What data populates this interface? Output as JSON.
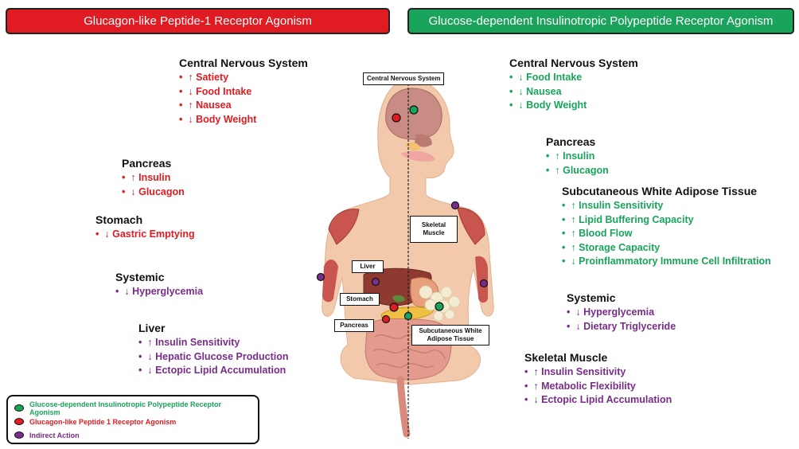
{
  "colors": {
    "red": "#e01b22",
    "green": "#18a55a",
    "purple": "#7a2c8a"
  },
  "banner_left": "Glucagon-like Peptide-1 Receptor Agonism",
  "banner_right": "Glucose-dependent Insulinotropic Polypeptide Receptor Agonism",
  "left": {
    "cns": {
      "title": "Central Nervous System",
      "items": [
        "↑ Satiety",
        "↓ Food Intake",
        "↑ Nausea",
        "↓ Body Weight"
      ]
    },
    "pancreas": {
      "title": "Pancreas",
      "items": [
        "↑ Insulin",
        "↓ Glucagon"
      ]
    },
    "stomach": {
      "title": "Stomach",
      "items": [
        "↓ Gastric Emptying"
      ]
    },
    "systemic": {
      "title": "Systemic",
      "items": [
        "↓ Hyperglycemia"
      ]
    },
    "liver": {
      "title": "Liver",
      "items": [
        "↑ Insulin Sensitivity",
        "↓ Hepatic Glucose Production",
        "↓ Ectopic Lipid Accumulation"
      ]
    }
  },
  "right": {
    "cns": {
      "title": "Central Nervous System",
      "items": [
        "↓ Food Intake",
        "↓ Nausea",
        "↓ Body Weight"
      ]
    },
    "pancreas": {
      "title": "Pancreas",
      "items": [
        "↑ Insulin",
        "↑ Glucagon"
      ]
    },
    "swat": {
      "title": "Subcutaneous White Adipose Tissue",
      "items": [
        "↑ Insulin Sensitivity",
        "↑ Lipid Buffering Capacity",
        "↑ Blood Flow",
        "↑ Storage Capacity",
        "↓ Proinflammatory Immune Cell Infiltration"
      ]
    },
    "systemic": {
      "title": "Systemic",
      "items": [
        "↓ Hyperglycemia",
        "↓ Dietary Triglyceride"
      ]
    },
    "muscle": {
      "title": "Skeletal Muscle",
      "items": [
        "↑ Insulin Sensitivity",
        "↑ Metabolic Flexibility",
        "↓ Ectopic Lipid Accumulation"
      ]
    }
  },
  "figure_labels": {
    "cns": "Central Nervous System",
    "skeletal_muscle": "Skeletal Muscle",
    "liver": "Liver",
    "stomach": "Stomach",
    "pancreas": "Pancreas",
    "adipose": "Subcutaneous White Adipose Tissue"
  },
  "legend": [
    {
      "label": "Glucose-dependent Insulinotropic Polypeptide Receptor Agonism",
      "color": "#18a55a"
    },
    {
      "label": "Glucagon-like Peptide 1 Receptor Agonism",
      "color": "#e01b22"
    },
    {
      "label": "Indirect Action",
      "color": "#7a2c8a"
    }
  ]
}
